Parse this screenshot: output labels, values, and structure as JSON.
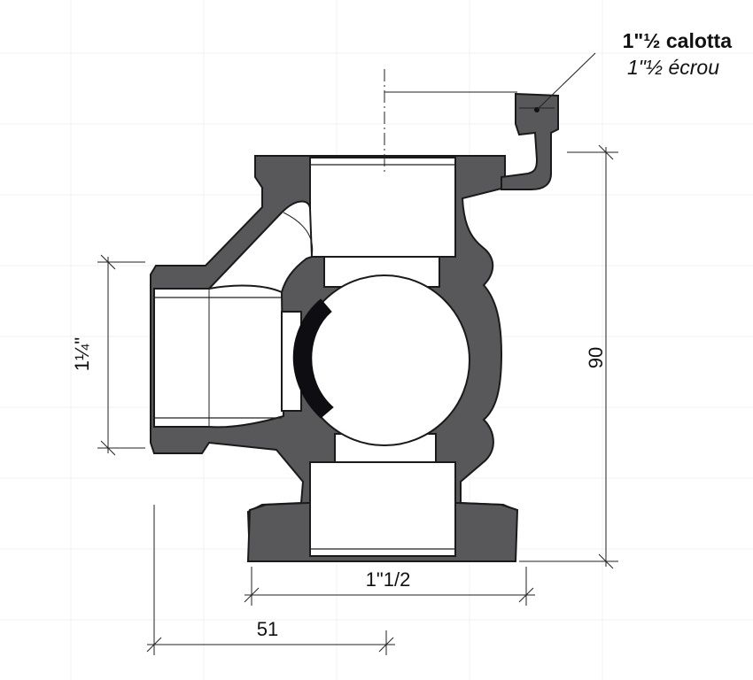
{
  "labels": {
    "nut_it": "1\"½ calotta",
    "nut_fr": "1\"½ écrou"
  },
  "dimensions": {
    "side_port": "1¼\"",
    "height": "90",
    "bottom_port": "1\"1/2",
    "offset": "51"
  },
  "colors": {
    "body": "#58585a",
    "seal": "#0d0d12",
    "line": "#1a1a1a"
  }
}
